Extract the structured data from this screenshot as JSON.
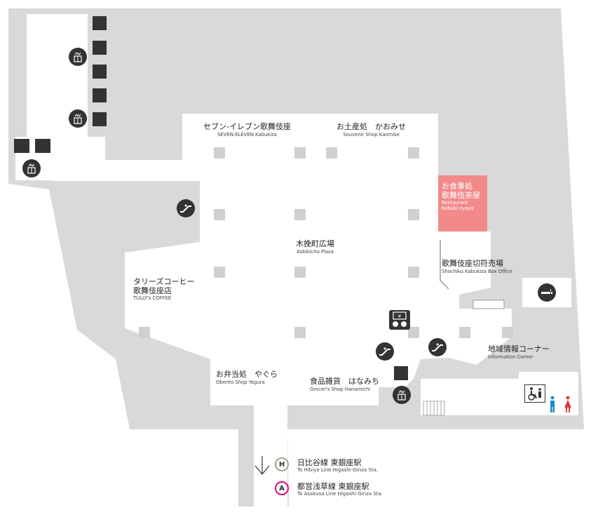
{
  "locations": {
    "seven_eleven": {
      "jp": "セブン-イレブン歌舞伎座",
      "en": "SEVEN-ELEVEN Kabukiza"
    },
    "souvenir": {
      "jp": "お土産処　かおみせ",
      "en": "Souvenir Shop Kaomise"
    },
    "restaurant": {
      "jp1": "お食事処",
      "jp2": "歌舞伎茶屋",
      "en1": "Restaurant",
      "en2": "Kabuki cyaya"
    },
    "plaza": {
      "jp": "木挽町広場",
      "en": "Kobikicho Plaza"
    },
    "box_office": {
      "jp": "歌舞伎座切符売場",
      "en": "Shochiku Kabukiza Box Office"
    },
    "tullys": {
      "jp1": "タリーズコーヒー",
      "jp2": "歌舞伎座店",
      "en": "TULLY's COFFEE"
    },
    "info": {
      "jp": "地域情報コーナー",
      "en": "Information Corner"
    },
    "bento": {
      "jp": "お弁当処　やぐら",
      "en": "Obento Shop Yagura"
    },
    "grocery": {
      "jp": "食品雑貨　はなみち",
      "en": "Grocer's Shop Hanamichi"
    }
  },
  "exits": {
    "hibiya": {
      "badge": "H",
      "jp": "日比谷線 東銀座駅",
      "en": "To Hibiya Line Higashi-Ginza Sta.",
      "color": "#a89f94"
    },
    "asakusa": {
      "badge": "A",
      "jp": "都営浅草線 東銀座駅",
      "en": "To Asakusa Line Higashi-Ginza Sta.",
      "color": "#e4007f"
    }
  },
  "colors": {
    "floor": "#d9d9d9",
    "space": "#ffffff",
    "pillar": "#d0d0d0",
    "dark": "#333333",
    "highlight": "#f28a8a",
    "male": "#1a8fc9",
    "female": "#d93b3b"
  },
  "icons": {
    "elevator": "elevator-icon",
    "escalator": "escalator-icon",
    "smoking": "smoking-area-icon",
    "exchange": "currency-exchange-icon",
    "accessible": "accessible-toilet-icon"
  }
}
